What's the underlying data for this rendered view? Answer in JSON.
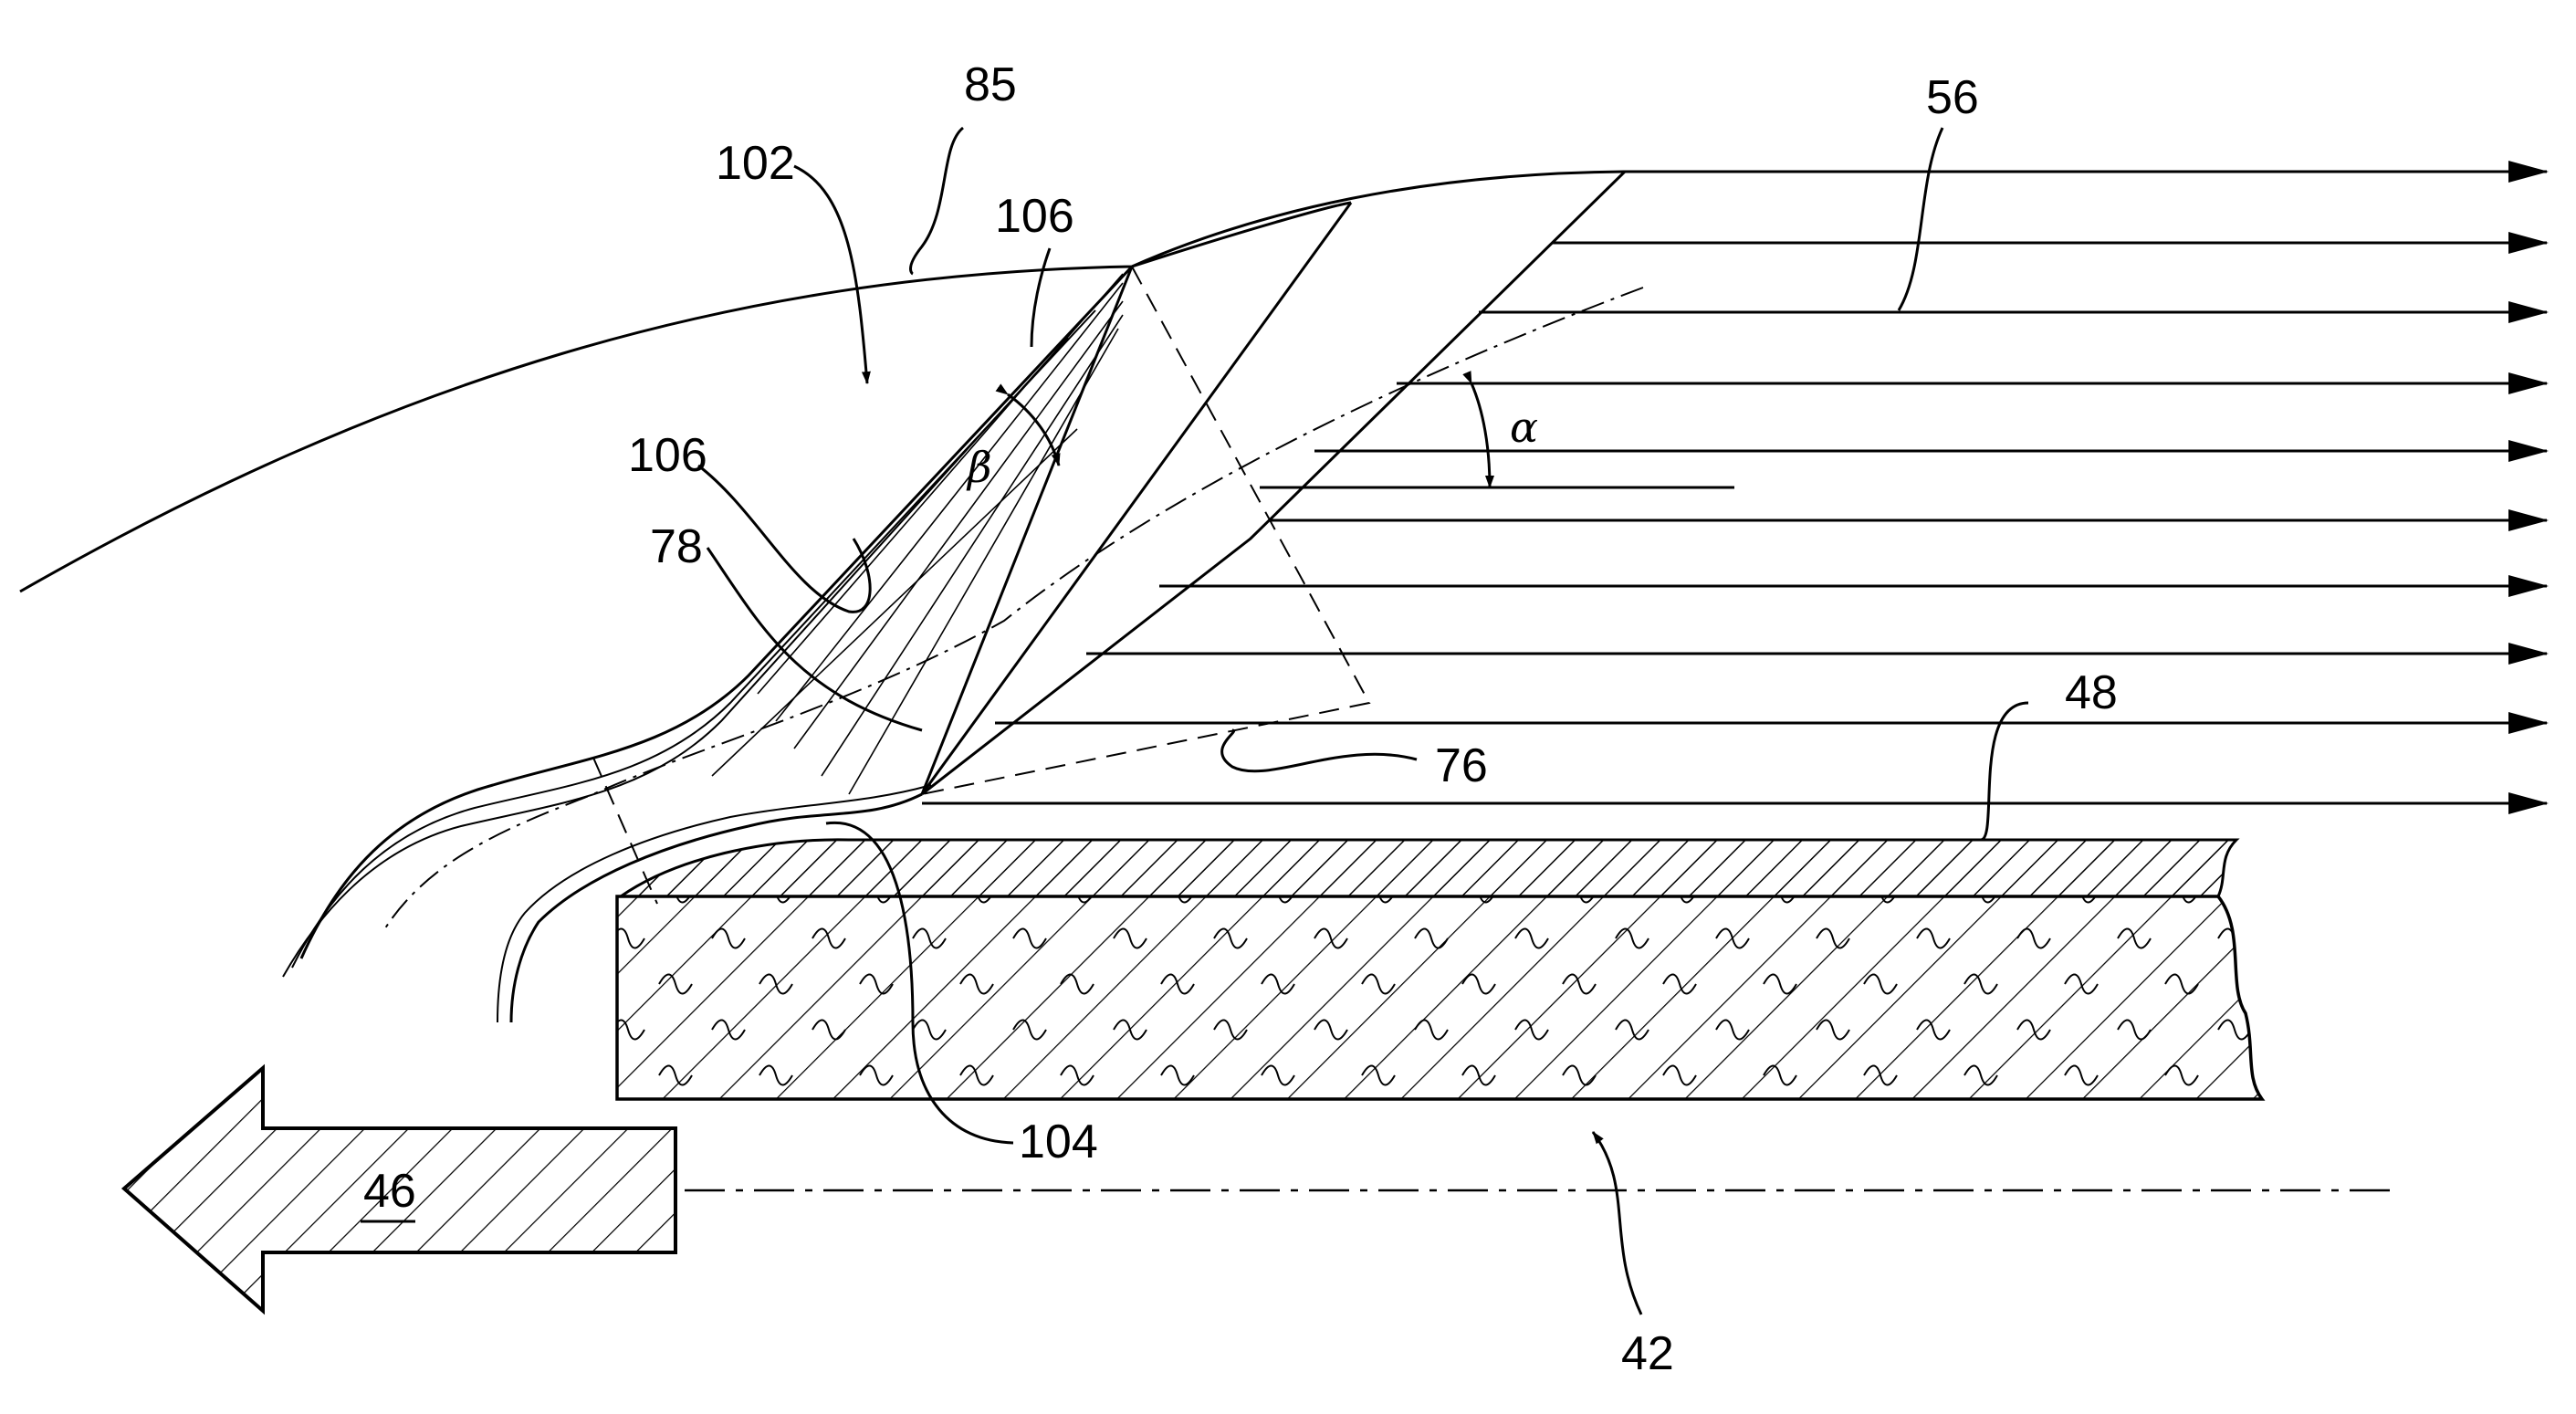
{
  "figure": {
    "reference_numerals": {
      "n85": "85",
      "n102": "102",
      "n106_top": "106",
      "n106_left": "106",
      "n78": "78",
      "n56": "56",
      "n48": "48",
      "n76": "76",
      "n104": "104",
      "n46": "46",
      "n42": "42"
    },
    "angle_labels": {
      "alpha": "α",
      "beta": "β"
    },
    "colors": {
      "line": "#000000",
      "background": "#ffffff"
    }
  }
}
